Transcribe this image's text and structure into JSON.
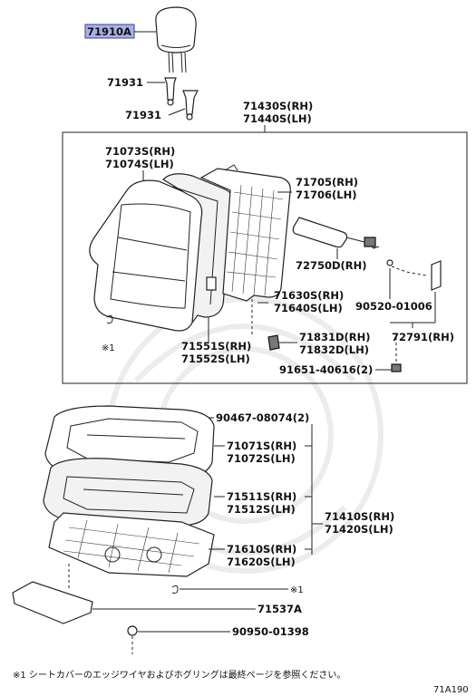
{
  "labels": {
    "p71910A": "71910A",
    "p71931a": "71931",
    "p71931b": "71931",
    "p71430": "71430S(RH)",
    "p71440": "71440S(LH)",
    "p71073": "71073S(RH)",
    "p71074": "71074S(LH)",
    "p71705": "71705(RH)",
    "p71706": "71706(LH)",
    "p72750": "72750D(RH)",
    "p71630": "71630S(RH)",
    "p71640": "71640S(LH)",
    "p90520": "90520-01006",
    "note1a": "※1",
    "p71831": "71831D(RH)",
    "p71832": "71832D(LH)",
    "p72791": "72791(RH)",
    "p71551": "71551S(RH)",
    "p71552": "71552S(LH)",
    "p91651": "91651-40616(2)",
    "p90467": "90467-08074(2)",
    "p71071": "71071S(RH)",
    "p71072": "71072S(LH)",
    "p71511": "71511S(RH)",
    "p71512": "71512S(LH)",
    "p71410": "71410S(RH)",
    "p71420": "71420S(LH)",
    "p71610": "71610S(RH)",
    "p71620": "71620S(LH)",
    "note1b": "※1",
    "p71537": "71537A",
    "p90950": "90950-01398"
  },
  "footnote": "※1 シートカバーのエッジワイヤおよびホグリングは最終ページを参照ください。",
  "diagram_code": "71A190",
  "colors": {
    "highlight": "#aab0e6",
    "line": "#222222"
  }
}
